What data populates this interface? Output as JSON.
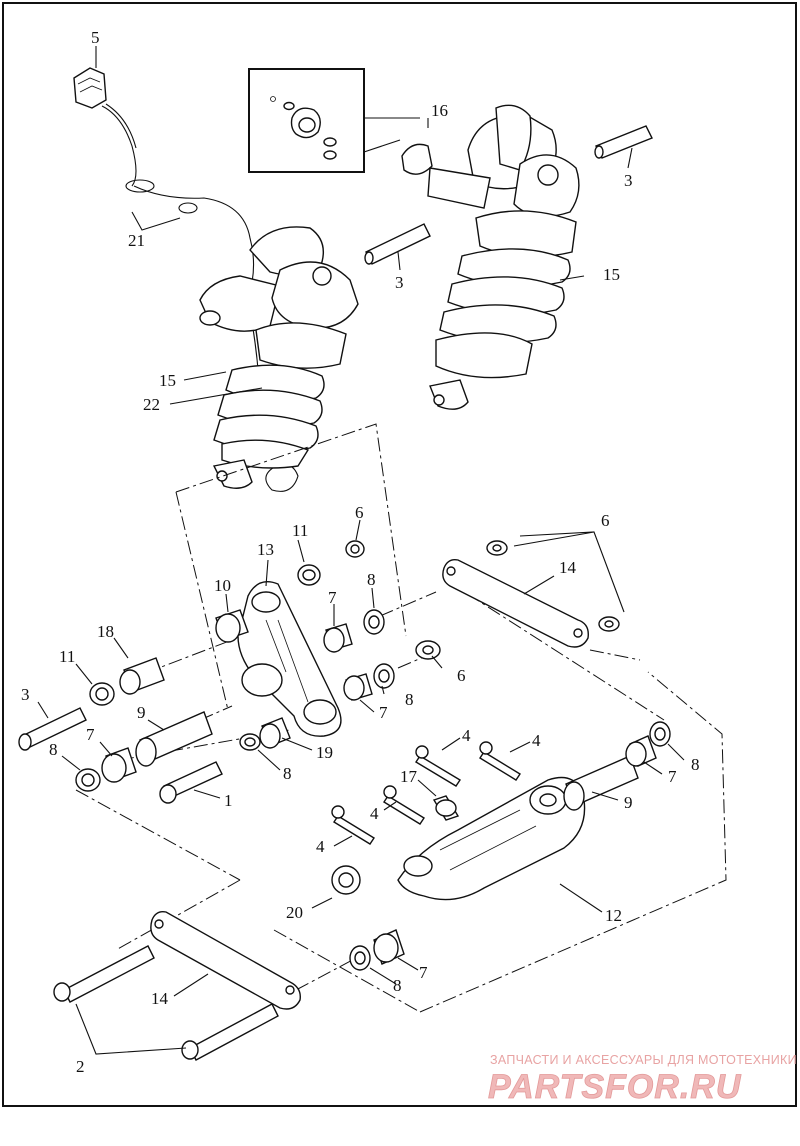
{
  "callouts": [
    {
      "id": "c5",
      "text": "5"
    },
    {
      "id": "c16",
      "text": "16"
    },
    {
      "id": "c3a",
      "text": "3"
    },
    {
      "id": "c21",
      "text": "21"
    },
    {
      "id": "c3b",
      "text": "3"
    },
    {
      "id": "c15a",
      "text": "15"
    },
    {
      "id": "c15b",
      "text": "15"
    },
    {
      "id": "c22",
      "text": "22"
    },
    {
      "id": "c6a",
      "text": "6"
    },
    {
      "id": "c11a",
      "text": "11"
    },
    {
      "id": "c13",
      "text": "13"
    },
    {
      "id": "c6b",
      "text": "6"
    },
    {
      "id": "c14a",
      "text": "14"
    },
    {
      "id": "c10",
      "text": "10"
    },
    {
      "id": "c8a",
      "text": "8"
    },
    {
      "id": "c7a",
      "text": "7"
    },
    {
      "id": "c18",
      "text": "18"
    },
    {
      "id": "c11b",
      "text": "11"
    },
    {
      "id": "c6c",
      "text": "6"
    },
    {
      "id": "c3c",
      "text": "3"
    },
    {
      "id": "c9a",
      "text": "9"
    },
    {
      "id": "c8b",
      "text": "8"
    },
    {
      "id": "c7b",
      "text": "7"
    },
    {
      "id": "c7c",
      "text": "7"
    },
    {
      "id": "c19",
      "text": "19"
    },
    {
      "id": "c8c",
      "text": "8"
    },
    {
      "id": "c8d",
      "text": "8"
    },
    {
      "id": "c1",
      "text": "1"
    },
    {
      "id": "c4a",
      "text": "4"
    },
    {
      "id": "c4b",
      "text": "4"
    },
    {
      "id": "c17",
      "text": "17"
    },
    {
      "id": "c8e",
      "text": "8"
    },
    {
      "id": "c7d",
      "text": "7"
    },
    {
      "id": "c4c",
      "text": "4"
    },
    {
      "id": "c9b",
      "text": "9"
    },
    {
      "id": "c4d",
      "text": "4"
    },
    {
      "id": "c20",
      "text": "20"
    },
    {
      "id": "c12",
      "text": "12"
    },
    {
      "id": "c7e",
      "text": "7"
    },
    {
      "id": "c14b",
      "text": "14"
    },
    {
      "id": "c8f",
      "text": "8"
    },
    {
      "id": "c2",
      "text": "2"
    }
  ],
  "watermark": {
    "tagline": "ЗАПЧАСТИ И АКСЕССУАРЫ ДЛЯ МОТОТЕХНИКИ",
    "brand": "PARTSFOR.RU"
  },
  "colors": {
    "lines": "#111111",
    "background": "#ffffff",
    "watermark": "#e8a3a3"
  }
}
